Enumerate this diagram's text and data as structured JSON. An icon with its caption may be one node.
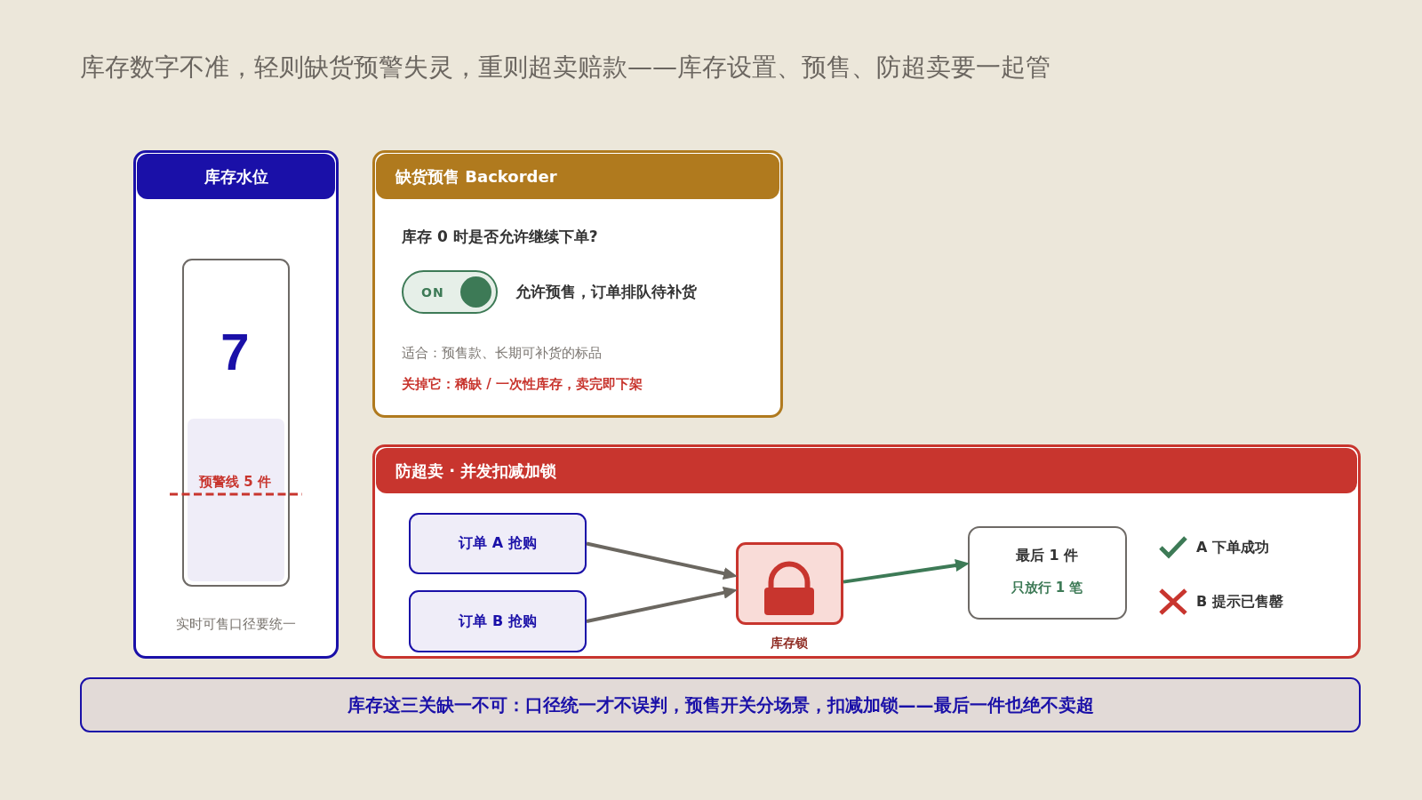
{
  "diagram": {
    "title": "库存数字不准，轻则缺货预警失灵，重则超卖赔款——库存设置、预售、防超卖要一起管",
    "nodes": [
      {
        "text": [
          "库存水位"
        ]
      },
      {
        "text": [
          "7",
          "预警线 5 件"
        ],
        "in": 0,
        "beside": [
          "实时可售口径要统一"
        ]
      },
      {
        "text": [
          "缺货预售 Backorder",
          "库存 0 时是否允许继续下单?",
          "允许预售，订单排队待补货",
          "适合：预售款、长期可补货的标品",
          "关掉它：稀缺 / 一次性库存，卖完即下架"
        ]
      },
      {
        "text": [
          "ON"
        ],
        "in": 2
      },
      {
        "text": [
          "防超卖 · 并发扣减加锁"
        ]
      },
      {
        "text": [
          "订单 A 抢购"
        ],
        "in": 4
      },
      {
        "text": [
          "订单 B 抢购"
        ],
        "in": 4
      },
      {
        "text": [],
        "shape": "box",
        "in": 4,
        "beside": [
          "库存锁"
        ]
      },
      {
        "text": [
          "最后 1 件",
          "只放行 1 笔"
        ],
        "in": 4
      },
      {
        "text": [
          "库存这三关缺一不可：口径统一才不误判，预售开关分场景，扣减加锁——最后一件也绝不卖超"
        ]
      }
    ],
    "edges": [
      {
        "from": 5,
        "to": 7,
        "arrow": "to"
      },
      {
        "from": 6,
        "to": 7,
        "arrow": "to"
      },
      {
        "from": 7,
        "to": 8,
        "arrow": "to",
        "color": "#3d7a56"
      }
    ],
    "labels": [
      "A 下单成功",
      "B 提示已售罄"
    ]
  }
}
